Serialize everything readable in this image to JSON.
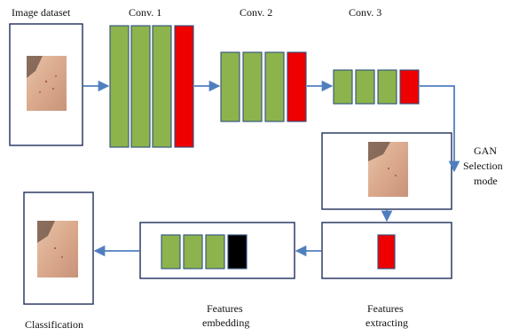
{
  "labels": {
    "image_dataset": "Image dataset",
    "conv1": "Conv. 1",
    "conv2": "Conv. 2",
    "conv3": "Conv. 3",
    "gan_line1": "GAN",
    "gan_line2": "Selection",
    "gan_line3": "mode",
    "classification": "Classification",
    "features_embedding_line1": "Features",
    "features_embedding_line2": "embedding",
    "features_extracting_line1": "Features",
    "features_extracting_line2": "extracting"
  },
  "colors": {
    "conv_layer": "#8db34d",
    "pooling_layer": "#ee0000",
    "embedding_end": "#000000",
    "arrow": "#4f7fbf",
    "frame": "#1f2d5a"
  }
}
